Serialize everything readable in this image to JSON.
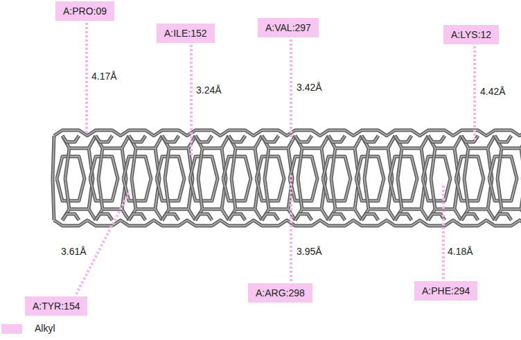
{
  "diagram": {
    "nodes": [
      {
        "text": [
          "A:PRO:09"
        ]
      },
      {
        "text": [
          "A:ILE:152"
        ]
      },
      {
        "text": [
          "A:VAL:297"
        ]
      },
      {
        "text": [
          "A:LYS:12"
        ]
      },
      {
        "text": [
          "A:TYR:154"
        ]
      },
      {
        "text": [
          "A:ARG:298"
        ]
      },
      {
        "text": [
          "A:PHE:294"
        ]
      }
    ],
    "labels": [
      "4.17Å",
      "3.24Å",
      "3.42Å",
      "4.42Å",
      "3.61Å",
      "3.95Å",
      "4.18Å"
    ],
    "legend": [
      {
        "text": "Alkyl",
        "color": "#f7c6f1"
      }
    ]
  }
}
